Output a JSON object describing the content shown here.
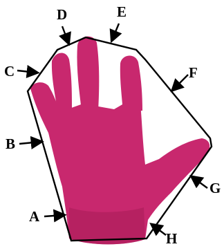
{
  "colors": {
    "glove": "#c8286e",
    "glove_shadow": "#a81b57",
    "outline": "#000000",
    "background": "#ffffff"
  },
  "labels": {
    "A": "A",
    "B": "B",
    "C": "C",
    "D": "D",
    "E": "E",
    "F": "F",
    "G": "G",
    "H": "H"
  }
}
